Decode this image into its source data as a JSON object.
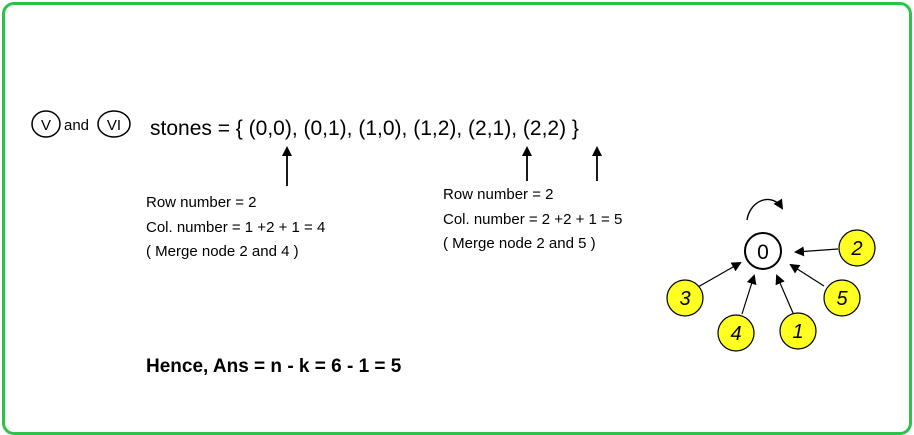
{
  "labels": {
    "marker_v": "V",
    "and": "and",
    "marker_vi": "VI",
    "stones": "stones = { (0,0), (0,1), (1,0), (1,2), (2,1), (2,2) }"
  },
  "note_left": {
    "line1": "Row number = 2",
    "line2": "Col. number = 1 +2 + 1 = 4",
    "line3": "( Merge node 2 and 4 )"
  },
  "note_right": {
    "line1": "Row number = 2",
    "line2": "Col. number = 2 +2 + 1 = 5",
    "line3": "( Merge node 2 and 5 )"
  },
  "conclusion": "Hence, Ans = n - k = 6 - 1 = 5",
  "graph": {
    "root": "0",
    "children": [
      "2",
      "3",
      "5",
      "4",
      "1"
    ],
    "root_color": "#ffffff",
    "child_color": "#ffff22"
  },
  "colors": {
    "border": "#2fc24a"
  }
}
